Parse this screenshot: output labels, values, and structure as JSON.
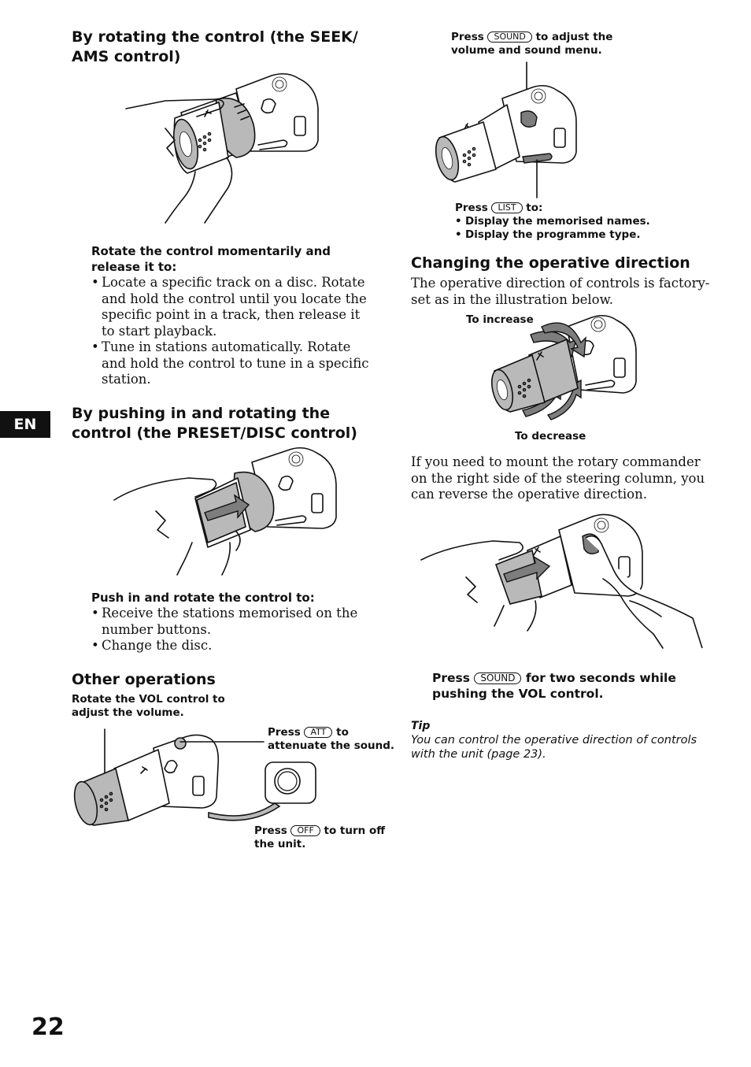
{
  "left": {
    "s1_title": "By rotating the control (the SEEK/ AMS control)",
    "s1_caption_lead": "Rotate the control momentarily and release it to:",
    "s1_bullets": [
      "Locate a specific track on a disc. Rotate and hold the control until you locate the specific point in a track, then release it to start playback.",
      "Tune in stations automatically. Rotate and hold the control to tune in a specific station."
    ],
    "s2_title": "By pushing in and rotating the control (the PRESET/DISC control)",
    "s2_caption_lead": "Push in and rotate the control to:",
    "s2_bullets": [
      "Receive the stations memorised on the number buttons.",
      "Change the disc."
    ],
    "s3_title": "Other operations",
    "vol_caption": "Rotate the VOL control to adjust the volume.",
    "att_press": "Press",
    "att_key": "ATT",
    "att_rest": "to attenuate the sound.",
    "off_press": "Press",
    "off_key": "OFF",
    "off_rest": "to turn off the unit."
  },
  "right": {
    "sound_press": "Press",
    "sound_key": "SOUND",
    "sound_rest": "to adjust the volume and sound menu.",
    "list_press": "Press",
    "list_key": "LIST",
    "list_rest": "to:",
    "list_bullets": [
      "Display the memorised names.",
      "Display the programme type."
    ],
    "dir_title": "Changing the operative direction",
    "dir_body": "The operative direction of controls is factory-set as in the illustration below.",
    "to_increase": "To increase",
    "to_decrease": "To decrease",
    "reverse_body": "If you need to mount the rotary commander on the right side of the steering column, you can reverse the operative direction.",
    "rev_press": "Press",
    "rev_key": "SOUND",
    "rev_rest": "for two seconds while pushing the VOL control.",
    "tip_heading": "Tip",
    "tip_text": "You can control the operative direction of controls with the unit (page 23)."
  },
  "side_tab": "EN",
  "page_number": "22"
}
